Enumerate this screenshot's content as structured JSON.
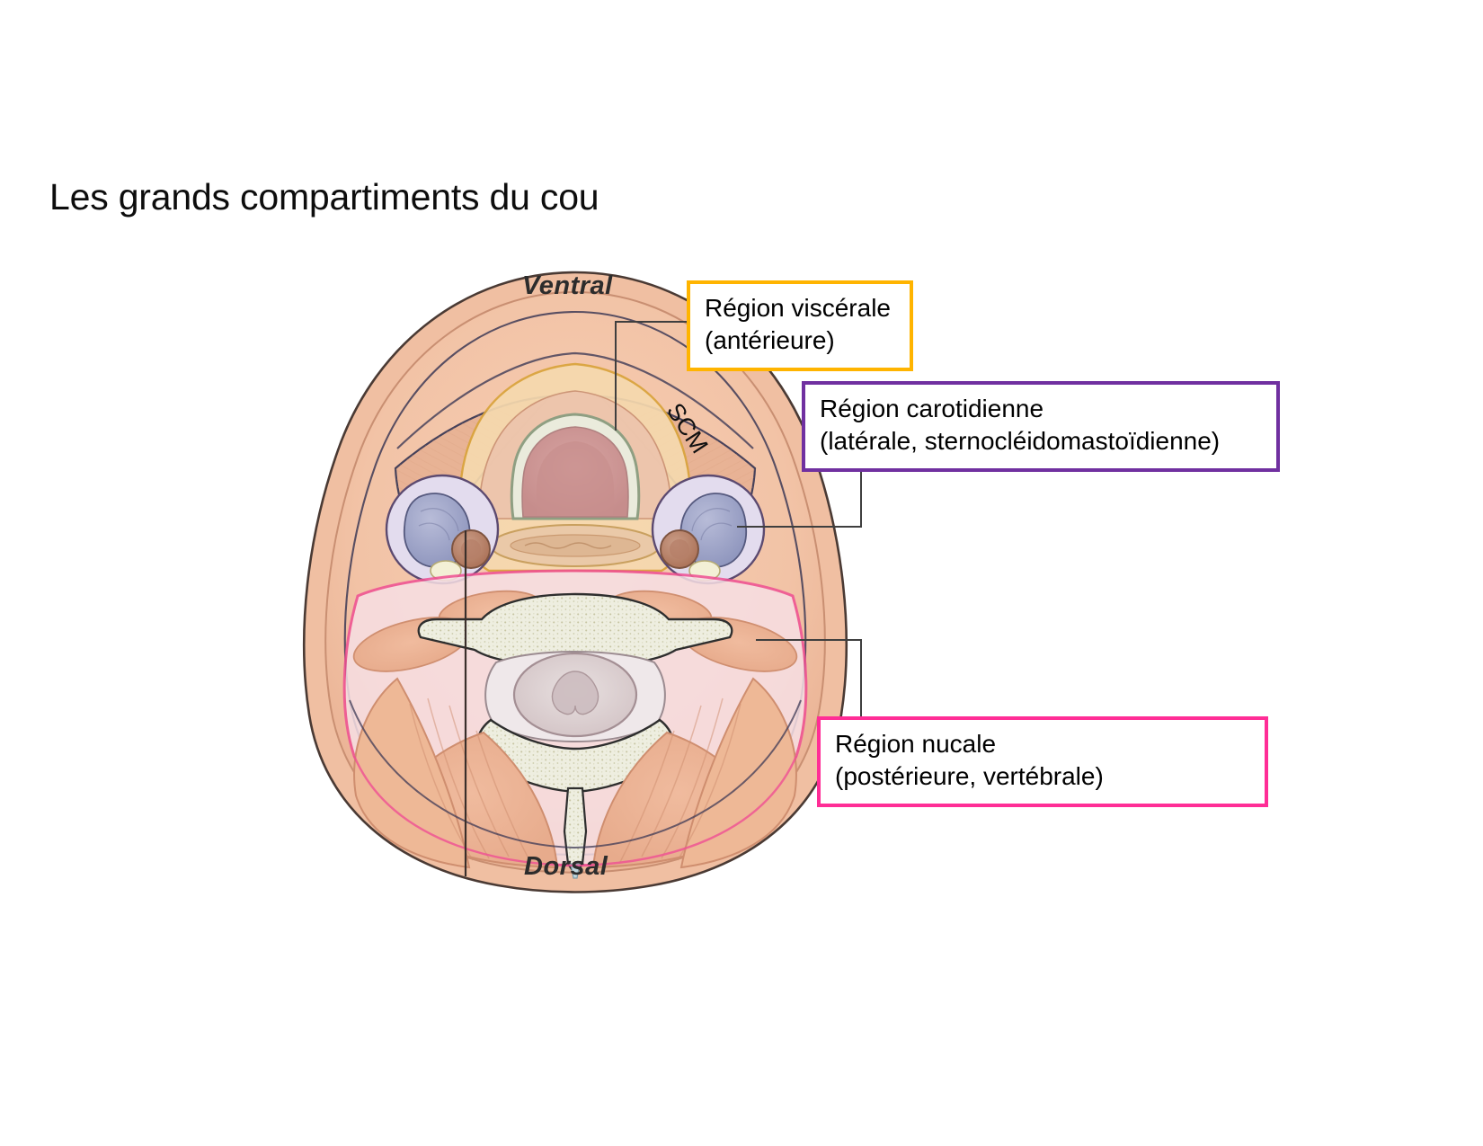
{
  "slide": {
    "title": "Les grands compartiments du cou",
    "background_color": "#ffffff"
  },
  "figure": {
    "description": "Coupe transversale du cou",
    "orientation_labels": {
      "ventral": "Ventral",
      "dorsal": "Dorsal"
    },
    "muscle_label": "SCM"
  },
  "callouts": [
    {
      "id": "visceral",
      "line1": "Région viscérale",
      "line2": "(antérieure)",
      "border_color": "#ffb400"
    },
    {
      "id": "carotid",
      "line1": "Région carotidienne",
      "line2": "(latérale, sternocléidomastoïdienne)",
      "border_color": "#7030a0"
    },
    {
      "id": "nuchal",
      "line1": "Région nucale",
      "line2": "(postérieure, vertébrale)",
      "border_color": "#ff2d96"
    }
  ]
}
